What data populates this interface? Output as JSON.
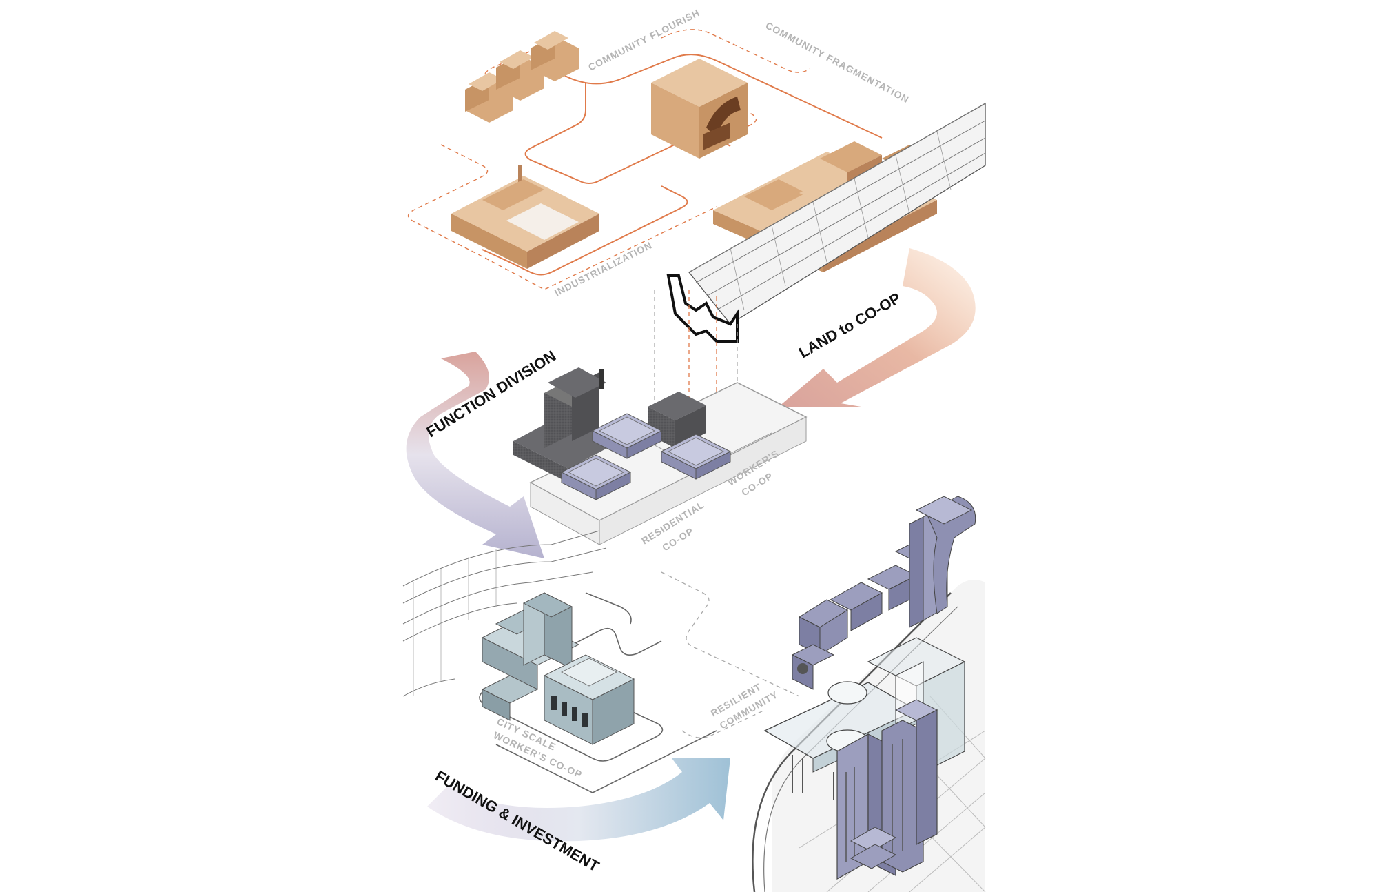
{
  "labels": {
    "community_flourish": "COMMUNITY FLOURISH",
    "community_fragmentation": "COMMUNITY FRAGMENTATION",
    "industrialization": "INDUSTRIALIZATION",
    "land_to_coop": "LAND to CO-OP",
    "function_division": "FUNCTION DIVISION",
    "workers_coop_1": "WORKER'S",
    "workers_coop_2": "CO-OP",
    "residential_coop_1": "RESIDENTIAL",
    "residential_coop_2": "CO-OP",
    "resilient_community_1": "RESILIENT",
    "resilient_community_2": "COMMUNITY",
    "city_scale_1": "CITY SCALE",
    "city_scale_2": "WORKER'S CO-OP",
    "funding_investment": "FUNDING & INVESTMENT"
  },
  "colors": {
    "timber": "#d8a97c",
    "timber_dark": "#b9835a",
    "timber_light": "#e8c6a2",
    "orange_line": "#e07a4a",
    "dark_block": "#5b5b5e",
    "lavender": "#8e90b2",
    "ice": "#aec1c8",
    "grey_text": "#b4b4b4"
  }
}
